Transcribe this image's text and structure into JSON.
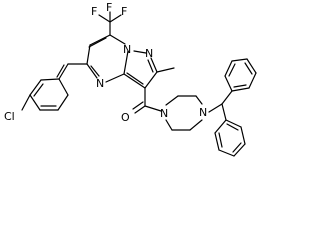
{
  "molecule": {
    "atom_labels": {
      "F1": "F",
      "F2": "F",
      "F3": "F",
      "N_bridge": "N",
      "N_pyrazole": "N",
      "N_pyrimidine": "N",
      "Cl": "Cl",
      "O": "O",
      "N_pip_1": "N",
      "N_pip_2": "N"
    }
  }
}
